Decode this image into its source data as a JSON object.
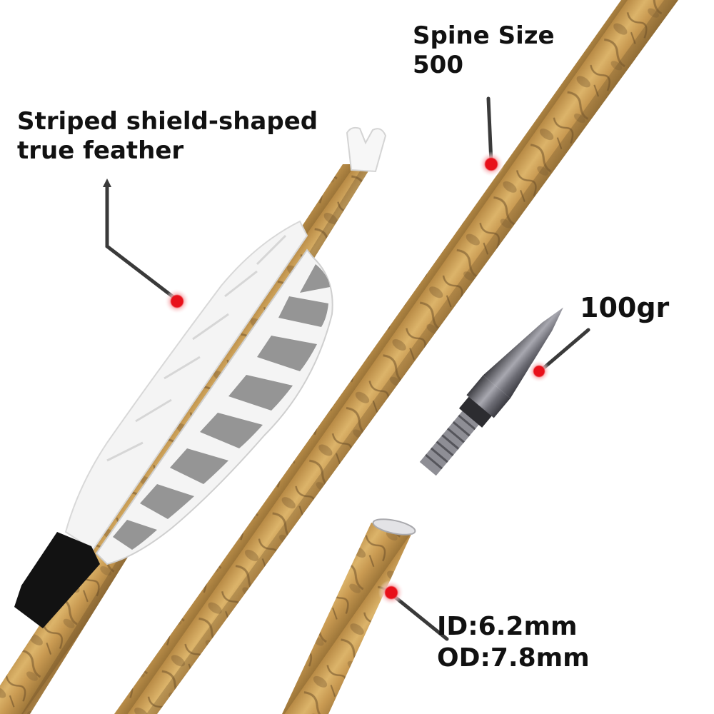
{
  "labels": {
    "feather": {
      "line1": "Striped shield-shaped",
      "line2": "true feather"
    },
    "spine": {
      "line1": "Spine Size",
      "line2": "500"
    },
    "weight": {
      "line1": "100gr"
    },
    "diameter": {
      "line1": "ID:6.2mm",
      "line2": "OD:7.8mm"
    }
  },
  "colors": {
    "camo_base": "#d2a85a",
    "camo_dark": "#8a6a3a",
    "feather_stripe": "#8b8b8b",
    "feather_white": "#f4f4f4",
    "marker": "#e8101a",
    "callout_line": "#3a3a3a",
    "point_metal": "#5a5a60"
  }
}
